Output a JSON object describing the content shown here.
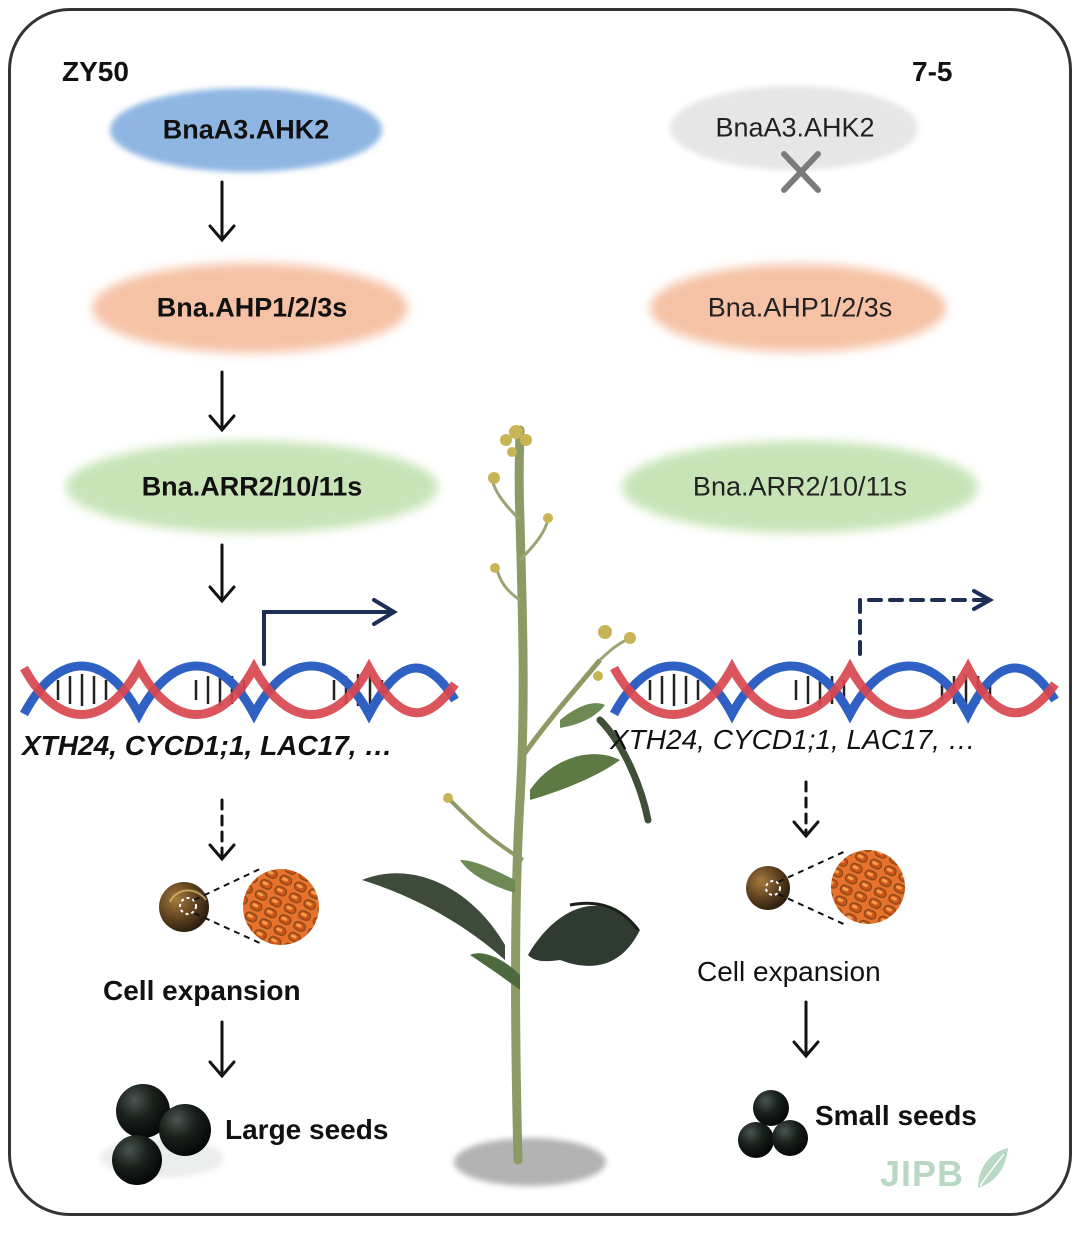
{
  "left": {
    "label": "ZY50",
    "receptor": "BnaA3.AHK2",
    "phosphotransfer": "Bna.AHP1/2/3s",
    "regulator": "Bna.ARR2/10/11s",
    "genes": "XTH24,  CYCD1;1,  LAC17,  …",
    "process": "Cell expansion",
    "outcome": "Large seeds"
  },
  "right": {
    "label": "7-5",
    "receptor": "BnaA3.AHK2",
    "phosphotransfer": "Bna.AHP1/2/3s",
    "regulator": "Bna.ARR2/10/11s",
    "genes": "XTH24,  CYCD1;1, LAC17,  …",
    "process": "Cell expansion",
    "outcome": "Small seeds"
  },
  "watermark": "JIPB",
  "colors": {
    "receptor_active": "#8fb6e3",
    "receptor_inactive": "#e6e6e6",
    "ahp": "#f6c2a6",
    "arr": "#c8e4b7",
    "dna_red": "#d8474e",
    "dna_blue": "#2f61c4",
    "promoter_arrow": "#1d2f54",
    "seed": "#151a16",
    "watermark": "#b9d8c4"
  }
}
